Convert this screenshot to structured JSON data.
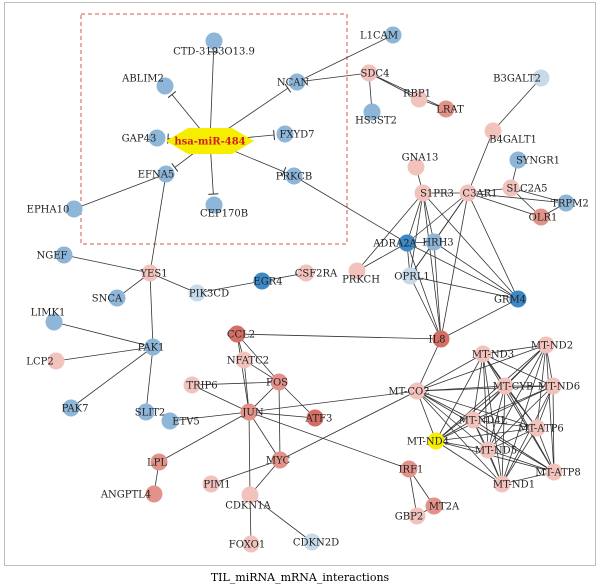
{
  "caption": "TIL_miRNA_mRNA_interactions",
  "colors": {
    "blue": "#8db6d9",
    "blue_dark": "#3d88c6",
    "blue_light": "#c6daea",
    "pink": "#f2c3bd",
    "salmon": "#e3928a",
    "red": "#d56e64",
    "yellow": "#f5ee00",
    "edge": "#333333",
    "box": "#d9534f"
  },
  "mirna": {
    "id": "mir484",
    "label": "hsa-miR-484"
  },
  "nodes": [
    {
      "id": "L1CAM",
      "label": "L1CAM",
      "color": "blue"
    },
    {
      "id": "CTD",
      "label": "CTD-3193O13.9",
      "color": "blue"
    },
    {
      "id": "ABLIM2",
      "label": "ABLIM2",
      "color": "blue"
    },
    {
      "id": "NCAN",
      "label": "NCAN",
      "color": "blue"
    },
    {
      "id": "GAP43",
      "label": "GAP43",
      "color": "blue"
    },
    {
      "id": "FXYD7",
      "label": "FXYD7",
      "color": "blue"
    },
    {
      "id": "PRKCB",
      "label": "PRKCB",
      "color": "blue"
    },
    {
      "id": "EFNA5",
      "label": "EFNA5",
      "color": "blue"
    },
    {
      "id": "CEP170B",
      "label": "CEP170B",
      "color": "blue"
    },
    {
      "id": "EPHA10",
      "label": "EPHA10",
      "color": "blue"
    },
    {
      "id": "SDC4",
      "label": "SDC4",
      "color": "pink"
    },
    {
      "id": "RBP1",
      "label": "RBP1",
      "color": "pink"
    },
    {
      "id": "LRAT",
      "label": "LRAT",
      "color": "salmon"
    },
    {
      "id": "HS3ST2",
      "label": "HS3ST2",
      "color": "blue"
    },
    {
      "id": "B3GALT2",
      "label": "B3GALT2",
      "color": "blue_light"
    },
    {
      "id": "B4GALT1",
      "label": "B4GALT1",
      "color": "pink"
    },
    {
      "id": "GNA13",
      "label": "GNA13",
      "color": "pink"
    },
    {
      "id": "SYNGR1",
      "label": "SYNGR1",
      "color": "blue"
    },
    {
      "id": "SLC2A5",
      "label": "SLC2A5",
      "color": "pink"
    },
    {
      "id": "TRPM2",
      "label": "TRPM2",
      "color": "blue"
    },
    {
      "id": "S1PR3",
      "label": "S1PR3",
      "color": "pink"
    },
    {
      "id": "C3AR1",
      "label": "C3AR1",
      "color": "pink"
    },
    {
      "id": "OLR1",
      "label": "OLR1",
      "color": "salmon"
    },
    {
      "id": "ADRA2A",
      "label": "ADRA2A",
      "color": "blue_dark"
    },
    {
      "id": "HRH3",
      "label": "HRH3",
      "color": "blue"
    },
    {
      "id": "PRKCH",
      "label": "PRKCH",
      "color": "pink"
    },
    {
      "id": "OPRL1",
      "label": "OPRL1",
      "color": "blue_light"
    },
    {
      "id": "GRM4",
      "label": "GRM4",
      "color": "blue_dark"
    },
    {
      "id": "IL8",
      "label": "IL8",
      "color": "red"
    },
    {
      "id": "NGEF",
      "label": "NGEF",
      "color": "blue"
    },
    {
      "id": "YES1",
      "label": "YES1",
      "color": "pink"
    },
    {
      "id": "CSF2RA",
      "label": "CSF2RA",
      "color": "pink"
    },
    {
      "id": "SNCA",
      "label": "SNCA",
      "color": "blue"
    },
    {
      "id": "PIK3CD",
      "label": "PIK3CD",
      "color": "blue_light"
    },
    {
      "id": "EGR4",
      "label": "EGR4",
      "color": "blue_dark"
    },
    {
      "id": "LIMK1",
      "label": "LIMK1",
      "color": "blue"
    },
    {
      "id": "PAK1",
      "label": "PAK1",
      "color": "blue"
    },
    {
      "id": "LCP2",
      "label": "LCP2",
      "color": "pink"
    },
    {
      "id": "PAK7",
      "label": "PAK7",
      "color": "blue"
    },
    {
      "id": "SLIT2",
      "label": "SLIT2",
      "color": "blue"
    },
    {
      "id": "CCL2",
      "label": "CCL2",
      "color": "red"
    },
    {
      "id": "NFATC2",
      "label": "NFATC2",
      "color": "pink"
    },
    {
      "id": "FOS",
      "label": "FOS",
      "color": "salmon"
    },
    {
      "id": "TRIP6",
      "label": "TRIP6",
      "color": "pink"
    },
    {
      "id": "ETV5",
      "label": "ETV5",
      "color": "blue"
    },
    {
      "id": "JUN",
      "label": "JUN",
      "color": "salmon"
    },
    {
      "id": "ATF3",
      "label": "ATF3",
      "color": "red"
    },
    {
      "id": "MTCO2",
      "label": "MT-CO2",
      "color": "pink"
    },
    {
      "id": "MTND3",
      "label": "MT-ND3",
      "color": "pink"
    },
    {
      "id": "MTND2",
      "label": "MT-ND2",
      "color": "pink"
    },
    {
      "id": "MTCYB",
      "label": "MT-CYB",
      "color": "pink"
    },
    {
      "id": "MTND6",
      "label": "MT-ND6",
      "color": "pink"
    },
    {
      "id": "MTND4L",
      "label": "MT-ND4L",
      "color": "pink"
    },
    {
      "id": "MTATP6",
      "label": "MT-ATP6",
      "color": "pink"
    },
    {
      "id": "MTND4",
      "label": "MT-ND4",
      "color": "yellow"
    },
    {
      "id": "MTND5",
      "label": "MT-ND5",
      "color": "pink"
    },
    {
      "id": "MTATP8",
      "label": "MT-ATP8",
      "color": "pink"
    },
    {
      "id": "MTND1",
      "label": "MT-ND1",
      "color": "pink"
    },
    {
      "id": "LPL",
      "label": "LPL",
      "color": "salmon"
    },
    {
      "id": "MYC",
      "label": "MYC",
      "color": "salmon"
    },
    {
      "id": "IRF1",
      "label": "IRF1",
      "color": "salmon"
    },
    {
      "id": "PIM1",
      "label": "PIM1",
      "color": "pink"
    },
    {
      "id": "ANGPTL4",
      "label": "ANGPTL4",
      "color": "salmon"
    },
    {
      "id": "CDKN1A",
      "label": "CDKN1A",
      "color": "pink"
    },
    {
      "id": "GBP2",
      "label": "GBP2",
      "color": "pink"
    },
    {
      "id": "MT2A",
      "label": "MT2A",
      "color": "salmon"
    },
    {
      "id": "FOXO1",
      "label": "FOXO1",
      "color": "pink"
    },
    {
      "id": "CDKN2D",
      "label": "CDKN2D",
      "color": "blue_light"
    }
  ],
  "inhibitions": [
    "CTD",
    "ABLIM2",
    "NCAN",
    "GAP43",
    "FXYD7",
    "PRKCB",
    "EFNA5",
    "CEP170B"
  ],
  "edges": [
    [
      "L1CAM",
      "NCAN"
    ],
    [
      "NCAN",
      "SDC4"
    ],
    [
      "SDC4",
      "RBP1"
    ],
    [
      "SDC4",
      "HS3ST2"
    ],
    [
      "SDC4",
      "LRAT"
    ],
    [
      "RBP1",
      "LRAT"
    ],
    [
      "EFNA5",
      "EPHA10"
    ],
    [
      "EFNA5",
      "YES1"
    ],
    [
      "PRKCB",
      "ADRA2A"
    ],
    [
      "B4GALT1",
      "B3GALT2"
    ],
    [
      "B4GALT1",
      "C3AR1"
    ],
    [
      "SLC2A5",
      "SYNGR1"
    ],
    [
      "SLC2A5",
      "TRPM2"
    ],
    [
      "SLC2A5",
      "C3AR1"
    ],
    [
      "SLC2A5",
      "OLR1"
    ],
    [
      "TRPM2",
      "C3AR1"
    ],
    [
      "TRPM2",
      "OLR1"
    ],
    [
      "C3AR1",
      "OLR1"
    ],
    [
      "GNA13",
      "S1PR3"
    ],
    [
      "S1PR3",
      "C3AR1"
    ],
    [
      "S1PR3",
      "ADRA2A"
    ],
    [
      "S1PR3",
      "HRH3"
    ],
    [
      "S1PR3",
      "OPRL1"
    ],
    [
      "S1PR3",
      "GRM4"
    ],
    [
      "S1PR3",
      "IL8"
    ],
    [
      "S1PR3",
      "PRKCH"
    ],
    [
      "C3AR1",
      "ADRA2A"
    ],
    [
      "C3AR1",
      "HRH3"
    ],
    [
      "C3AR1",
      "OPRL1"
    ],
    [
      "C3AR1",
      "GRM4"
    ],
    [
      "C3AR1",
      "IL8"
    ],
    [
      "ADRA2A",
      "HRH3"
    ],
    [
      "ADRA2A",
      "OPRL1"
    ],
    [
      "ADRA2A",
      "GRM4"
    ],
    [
      "ADRA2A",
      "IL8"
    ],
    [
      "ADRA2A",
      "PRKCH"
    ],
    [
      "HRH3",
      "OPRL1"
    ],
    [
      "HRH3",
      "GRM4"
    ],
    [
      "HRH3",
      "IL8"
    ],
    [
      "OPRL1",
      "GRM4"
    ],
    [
      "OPRL1",
      "IL8"
    ],
    [
      "GRM4",
      "IL8"
    ],
    [
      "IL8",
      "CCL2"
    ],
    [
      "IL8",
      "MTCO2"
    ],
    [
      "NGEF",
      "YES1"
    ],
    [
      "YES1",
      "SNCA"
    ],
    [
      "YES1",
      "PIK3CD"
    ],
    [
      "YES1",
      "PAK1"
    ],
    [
      "PIK3CD",
      "CSF2RA"
    ],
    [
      "LIMK1",
      "PAK1"
    ],
    [
      "LCP2",
      "PAK1"
    ],
    [
      "PAK1",
      "PAK7"
    ],
    [
      "PAK1",
      "SLIT2"
    ],
    [
      "CCL2",
      "NFATC2"
    ],
    [
      "CCL2",
      "FOS"
    ],
    [
      "CCL2",
      "JUN"
    ],
    [
      "NFATC2",
      "FOS"
    ],
    [
      "NFATC2",
      "JUN"
    ],
    [
      "FOS",
      "JUN"
    ],
    [
      "FOS",
      "ATF3"
    ],
    [
      "FOS",
      "MYC"
    ],
    [
      "FOS",
      "TRIP6"
    ],
    [
      "TRIP6",
      "JUN"
    ],
    [
      "ETV5",
      "JUN"
    ],
    [
      "JUN",
      "ATF3"
    ],
    [
      "JUN",
      "MYC"
    ],
    [
      "JUN",
      "LPL"
    ],
    [
      "JUN",
      "CDKN1A"
    ],
    [
      "JUN",
      "MTCO2"
    ],
    [
      "JUN",
      "IRF1"
    ],
    [
      "MYC",
      "PIM1"
    ],
    [
      "MYC",
      "CDKN1A"
    ],
    [
      "MYC",
      "MTCO2"
    ],
    [
      "LPL",
      "ANGPTL4"
    ],
    [
      "CDKN1A",
      "FOXO1"
    ],
    [
      "CDKN1A",
      "CDKN2D"
    ],
    [
      "IRF1",
      "GBP2"
    ],
    [
      "IRF1",
      "MT2A"
    ],
    [
      "GBP2",
      "MT2A"
    ]
  ],
  "mt_cluster": [
    "MTCO2",
    "MTND3",
    "MTND2",
    "MTCYB",
    "MTND6",
    "MTND4L",
    "MTATP6",
    "MTND4",
    "MTND5",
    "MTATP8",
    "MTND1"
  ]
}
